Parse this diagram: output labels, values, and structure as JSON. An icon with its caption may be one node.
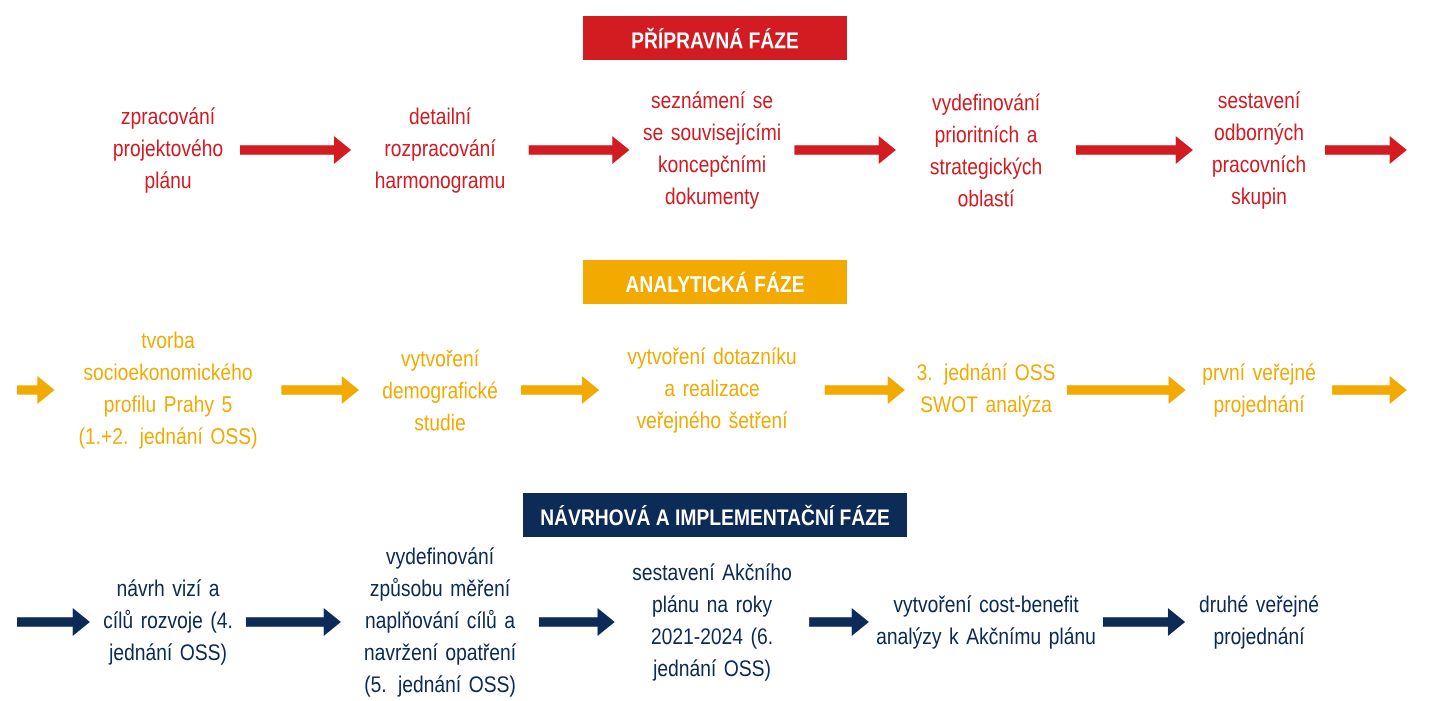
{
  "diagram": {
    "nodes": [
      {
        "text": [
          "PŘÍPRAVNÁ FÁZE"
        ]
      },
      {
        "text": [
          "zpracování projektového plánu"
        ]
      },
      {
        "text": [
          "detailní rozpracování harmonogramu"
        ]
      },
      {
        "text": [
          "seznámení se se souvisejícími koncepčními dokumenty"
        ]
      },
      {
        "text": [
          "vydefinování prioritních a strategických oblastí"
        ]
      },
      {
        "text": [
          "sestavení odborných pracovních skupin"
        ]
      },
      {
        "text": [
          "ANALYTICKÁ  FÁZE"
        ]
      },
      {
        "text": [
          "tvorba socioekonomického profilu Prahy 5 (1.+2. jednání OSS)"
        ]
      },
      {
        "text": [
          "vytvoření demografické studie"
        ]
      },
      {
        "text": [
          "vytvoření dotazníku a realizace veřejného šetření"
        ]
      },
      {
        "text": [
          "3. jednání OSS SWOT analýza"
        ]
      },
      {
        "text": [
          "první  veřejné projednání"
        ]
      },
      {
        "text": [
          "NÁVRHOVÁ A IMPLEMENTAČNÍ FÁZE"
        ]
      },
      {
        "text": [
          "návrh vizí a cílů rozvoje (4. jednání OSS)"
        ]
      },
      {
        "text": [
          "vydefinování způsobu měření naplňování cílů a navržení opatření (5. jednání OSS)"
        ]
      },
      {
        "text": [
          "sestavení Akčního plánu na roky 2021-2024 (6. jednání OSS)"
        ]
      },
      {
        "text": [
          "vytvoření cost-benefit analýzy k Akčnímu plánu"
        ]
      },
      {
        "text": [
          "druhé veřejné projednání"
        ]
      }
    ],
    "edges": [
      {
        "from": 1,
        "to": 2,
        "arrow": "to",
        "color": "#d21c22"
      },
      {
        "from": 2,
        "to": 3,
        "arrow": "to",
        "color": "#d21c22"
      },
      {
        "from": 3,
        "to": 4,
        "arrow": "to",
        "color": "#d21c22"
      },
      {
        "from": 4,
        "to": 5,
        "arrow": "to",
        "color": "#d21c22"
      },
      {
        "from": 5,
        "to": null,
        "arrow": "to",
        "color": "#d21c22"
      },
      {
        "from": null,
        "to": 7,
        "arrow": "to",
        "color": "#f2a900"
      },
      {
        "from": 7,
        "to": 8,
        "arrow": "to",
        "color": "#f2a900"
      },
      {
        "from": 8,
        "to": 9,
        "arrow": "to",
        "color": "#f2a900"
      },
      {
        "from": 9,
        "to": 10,
        "arrow": "to",
        "color": "#f2a900"
      },
      {
        "from": 10,
        "to": 11,
        "arrow": "to",
        "color": "#f2a900"
      },
      {
        "from": 11,
        "to": null,
        "arrow": "to",
        "color": "#f2a900"
      },
      {
        "from": null,
        "to": 13,
        "arrow": "to",
        "color": "#0d2b57"
      },
      {
        "from": 13,
        "to": 14,
        "arrow": "to",
        "color": "#0d2b57"
      },
      {
        "from": 14,
        "to": 15,
        "arrow": "to",
        "color": "#0d2b57"
      },
      {
        "from": 15,
        "to": 16,
        "arrow": "to",
        "color": "#0d2b57"
      },
      {
        "from": 16,
        "to": 17,
        "arrow": "to",
        "color": "#0d2b57"
      }
    ]
  }
}
